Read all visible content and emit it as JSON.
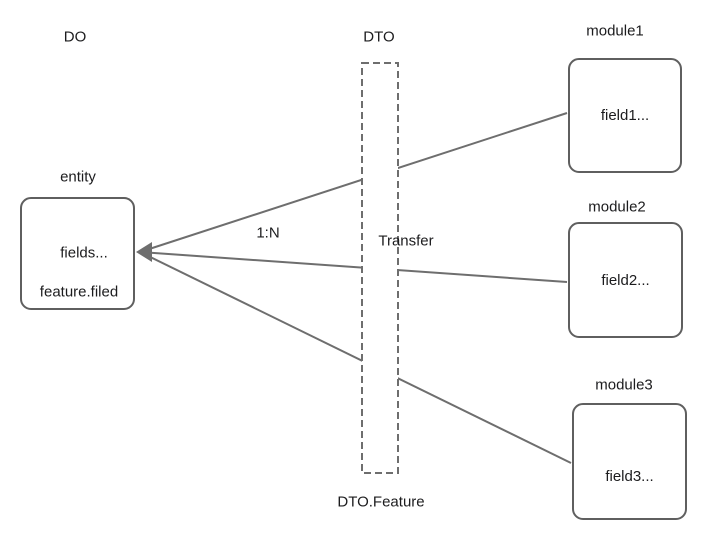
{
  "colors": {
    "background": "#ffffff",
    "line": "#6e6e6e",
    "box_border": "#5f5f5f",
    "text": "#1c1c1e"
  },
  "labels": {
    "do": "DO",
    "dto": "DTO",
    "ratio": "1:N",
    "transfer": "Transfer",
    "dto_feature": "DTO.Feature"
  },
  "entity": {
    "title": "entity",
    "line1": "fields...",
    "line2": "feature.filed"
  },
  "modules": [
    {
      "title": "module1",
      "field": "field1..."
    },
    {
      "title": "module2",
      "field": "field2..."
    },
    {
      "title": "module3",
      "field": "field3..."
    }
  ]
}
